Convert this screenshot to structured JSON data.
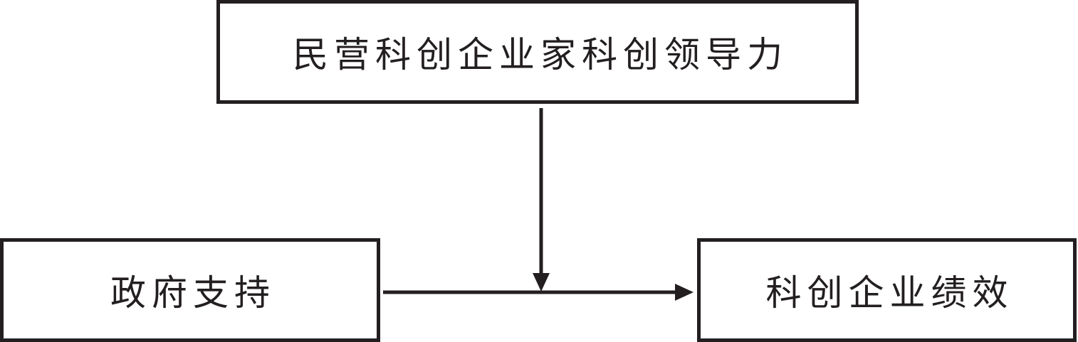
{
  "diagram": {
    "nodes": {
      "moderator": {
        "label": "民营科创企业家科创领导力"
      },
      "independent": {
        "label": "政府支持"
      },
      "dependent": {
        "label": "科创企业绩效"
      }
    },
    "edges": [
      {
        "from": "independent",
        "to": "dependent",
        "kind": "main-effect"
      },
      {
        "from": "moderator",
        "to": "independent-dependent-path",
        "kind": "moderation"
      }
    ],
    "colors": {
      "stroke": "#231f20",
      "background": "#ffffff"
    }
  }
}
